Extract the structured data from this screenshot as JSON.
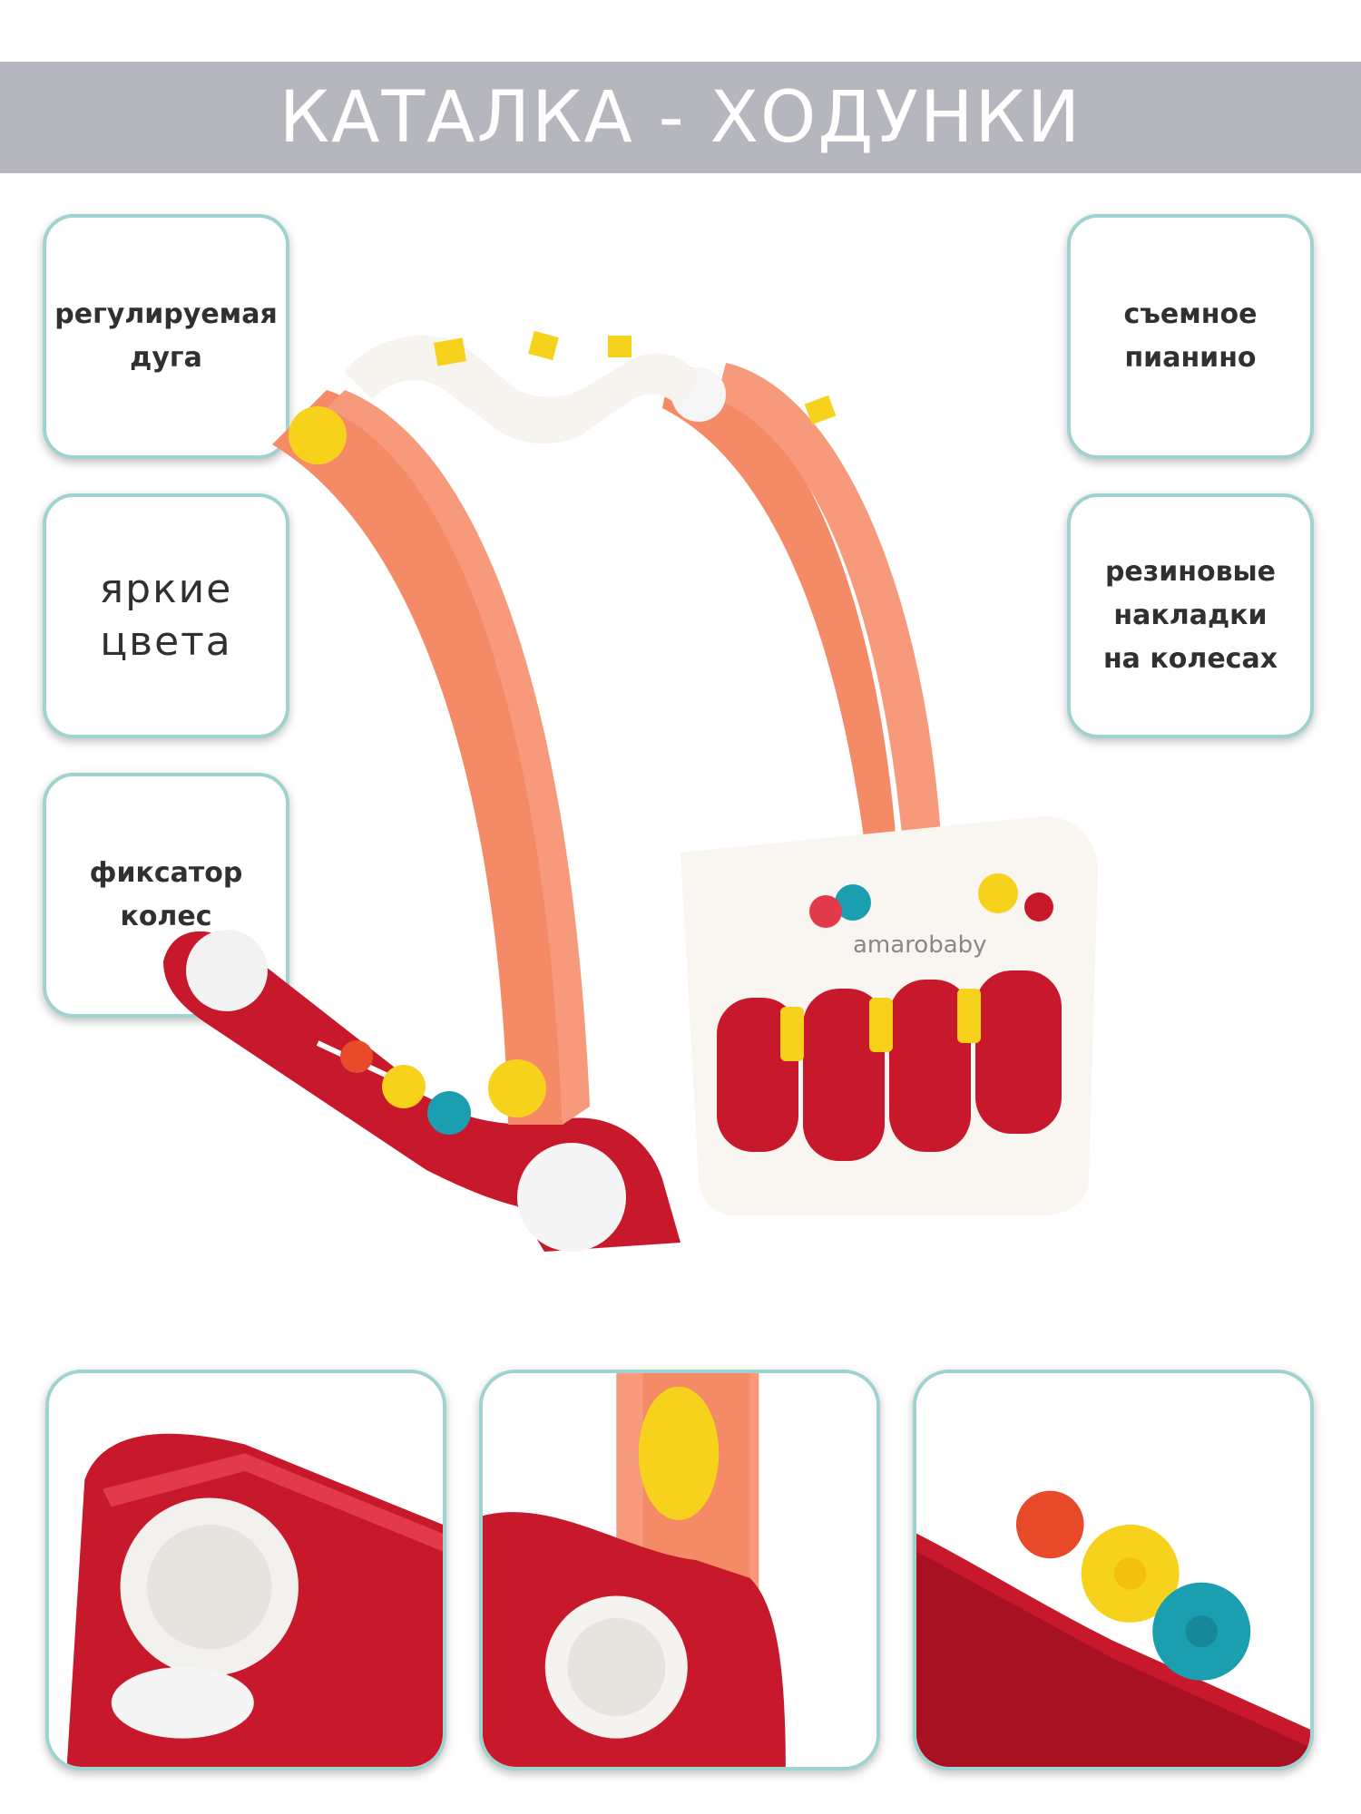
{
  "header": {
    "title": "КАТАЛКА - ХОДУНКИ"
  },
  "features": {
    "left": [
      {
        "text": "регулируемая\nдуга"
      },
      {
        "text": "яркие\nцвета"
      },
      {
        "text": "фиксатор\nколес"
      }
    ],
    "right": [
      {
        "text": "съемное\nпианино"
      },
      {
        "text": "резиновые\nнакладки\nна колесах"
      }
    ]
  },
  "product": {
    "brand": "amarobaby"
  },
  "colors": {
    "banner": "#b6b6bf",
    "frame_border": "#9fd3cf",
    "coral": "#f58a66",
    "red": "#c8182c",
    "yellow": "#f7d21c",
    "teal": "#1b9fb0"
  }
}
